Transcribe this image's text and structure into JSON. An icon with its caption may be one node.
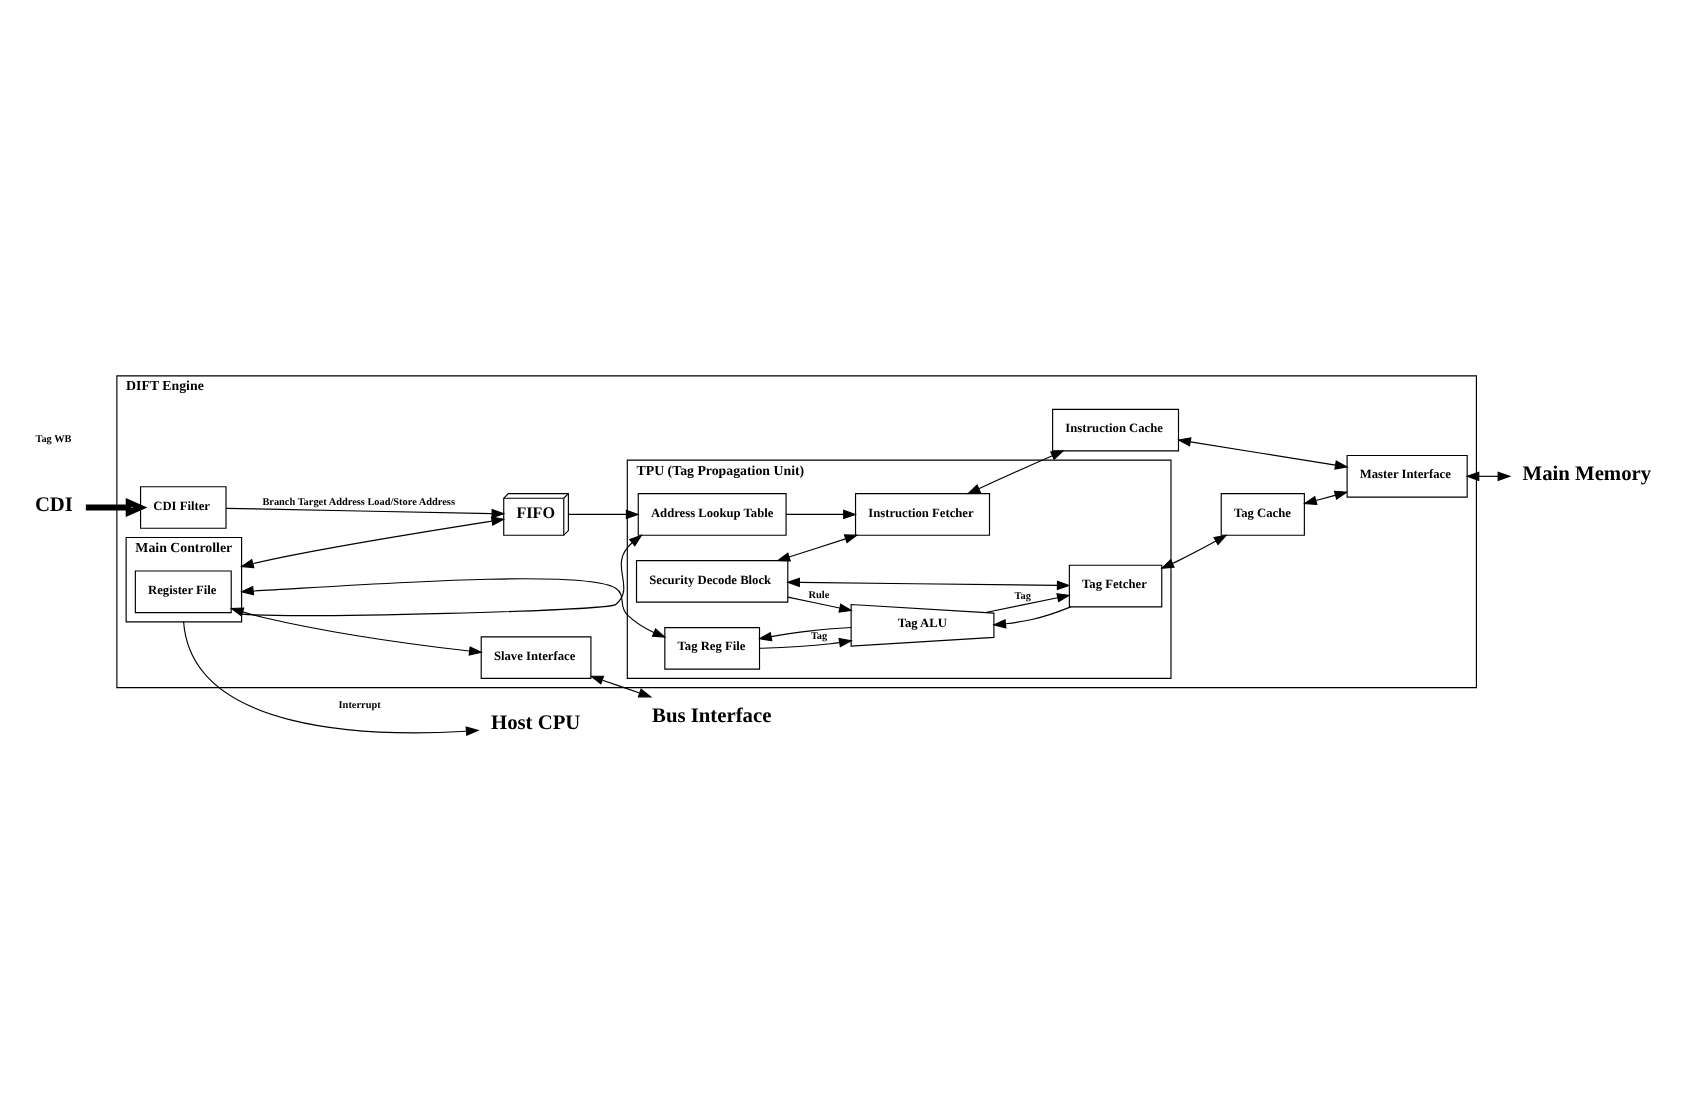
{
  "diagram": {
    "nodes": [
      {
        "text": [
          "DIFT Engine"
        ]
      },
      {
        "text": [
          "TPU (Tag Propagation Unit)"
        ],
        "in": 0
      },
      {
        "text": [
          "CDI"
        ]
      },
      {
        "text": [
          "CDI Filter"
        ],
        "in": 0
      },
      {
        "text": [
          "FIFO"
        ],
        "in": 0
      },
      {
        "text": [
          "Tag Reg File"
        ],
        "in": 1
      },
      {
        "text": [
          "Tag ALU"
        ],
        "in": 1
      },
      {
        "text": [
          "Address Lookup Table"
        ],
        "in": 1
      },
      {
        "text": [
          "Security Decode Block"
        ],
        "in": 1
      },
      {
        "text": [
          "Instruction Fetcher"
        ],
        "in": 1
      },
      {
        "text": [
          "Tag Fetcher"
        ],
        "in": 1
      },
      {
        "text": [
          "Main Controller"
        ],
        "in": 0
      },
      {
        "text": [
          "Register File"
        ],
        "in": 11
      },
      {
        "text": [
          "Instruction Cache"
        ],
        "in": 0
      },
      {
        "text": [
          "Tag Cache"
        ],
        "in": 0
      },
      {
        "text": [
          "Slave Interface"
        ],
        "in": 0
      },
      {
        "text": [
          "Master Interface"
        ],
        "in": 0
      },
      {
        "text": [
          "Host CPU"
        ]
      },
      {
        "text": [
          "Bus Interface"
        ]
      },
      {
        "text": [
          "Main Memory"
        ]
      }
    ],
    "edges": [
      {
        "from": 2,
        "to": 3,
        "arrow": "to",
        "style": "thick"
      },
      {
        "from": 3,
        "to": 4,
        "arrow": "to",
        "label": "Branch Target Address Load/Store Address"
      },
      {
        "from": 4,
        "to": 7,
        "arrow": "to"
      },
      {
        "from": 11,
        "to": 4,
        "arrow": "both"
      },
      {
        "from": 11,
        "to": 5,
        "arrow": "both"
      },
      {
        "from": 11,
        "to": 7,
        "arrow": "to"
      },
      {
        "from": 7,
        "to": 9,
        "arrow": "to"
      },
      {
        "from": 8,
        "to": 9,
        "arrow": "both"
      },
      {
        "from": 8,
        "to": 10,
        "arrow": "both"
      },
      {
        "from": 5,
        "to": 6,
        "arrow": "to",
        "label": "Tag"
      },
      {
        "from": 8,
        "to": 6,
        "arrow": "to",
        "label": "Rule"
      },
      {
        "from": 10,
        "to": 6,
        "arrow": "to"
      },
      {
        "from": 6,
        "to": 5,
        "arrow": "to"
      },
      {
        "from": 6,
        "to": 10,
        "arrow": "to",
        "label": "Tag"
      },
      {
        "from": 9,
        "to": 13,
        "arrow": "both"
      },
      {
        "from": 10,
        "to": 14,
        "arrow": "both"
      },
      {
        "from": 11,
        "to": 17,
        "arrow": "to",
        "label": "Interrupt"
      },
      {
        "from": 12,
        "to": 15,
        "arrow": "both"
      },
      {
        "from": 13,
        "to": 16,
        "arrow": "both"
      },
      {
        "from": 14,
        "to": 16,
        "arrow": "both"
      },
      {
        "from": 15,
        "to": 18,
        "arrow": "both"
      },
      {
        "from": 16,
        "to": 19,
        "arrow": "both"
      }
    ],
    "labels": [
      "Tag WB"
    ]
  }
}
